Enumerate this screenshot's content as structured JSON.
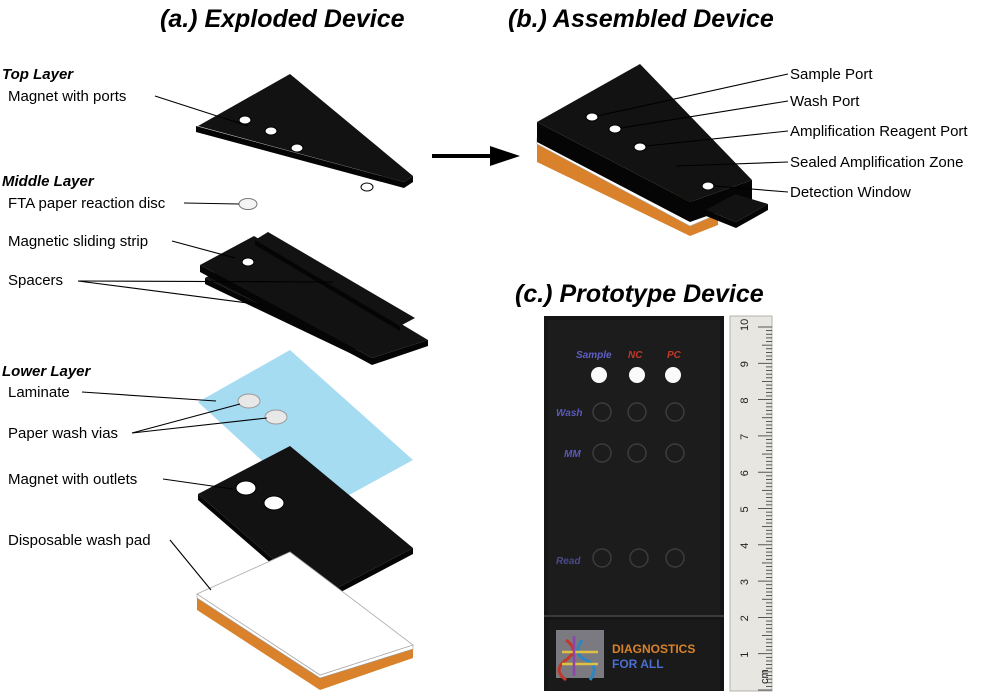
{
  "titles": {
    "exploded": "(a.) Exploded Device",
    "assembled": "(b.) Assembled Device",
    "prototype": "(c.) Prototype Device"
  },
  "exploded": {
    "top_layer": "Top Layer",
    "magnet_with_ports": "Magnet with ports",
    "middle_layer": "Middle Layer",
    "fta_disc": "FTA paper reaction disc",
    "sliding_strip": "Magnetic sliding strip",
    "spacers": "Spacers",
    "lower_layer": "Lower Layer",
    "laminate": "Laminate",
    "wash_vias": "Paper wash vias",
    "magnet_outlets": "Magnet with outlets",
    "wash_pad": "Disposable wash pad"
  },
  "assembled": {
    "sample_port": "Sample Port",
    "wash_port": "Wash Port",
    "amp_reagent_port": "Amplification Reagent Port",
    "sealed_zone": "Sealed Amplification Zone",
    "detection_window": "Detection Window"
  },
  "prototype": {
    "col_sample": "Sample",
    "col_nc": "NC",
    "col_pc": "PC",
    "row_wash": "Wash",
    "row_mm": "MM",
    "row_read": "Read",
    "logo_line1": "DIAGNOSTICS",
    "logo_line2": "FOR ALL"
  },
  "ruler": {
    "unit": "cm",
    "ticks": [
      "1",
      "2",
      "3",
      "4",
      "5",
      "6",
      "7",
      "8",
      "9",
      "10"
    ]
  },
  "colors": {
    "plate": "#121212",
    "laminate": "#a6dcf2",
    "pad_orange": "#d9822b",
    "proto_sample": "#5f5fc8",
    "proto_control": "#c0392b",
    "proto_rows": "#5a5ab8"
  }
}
